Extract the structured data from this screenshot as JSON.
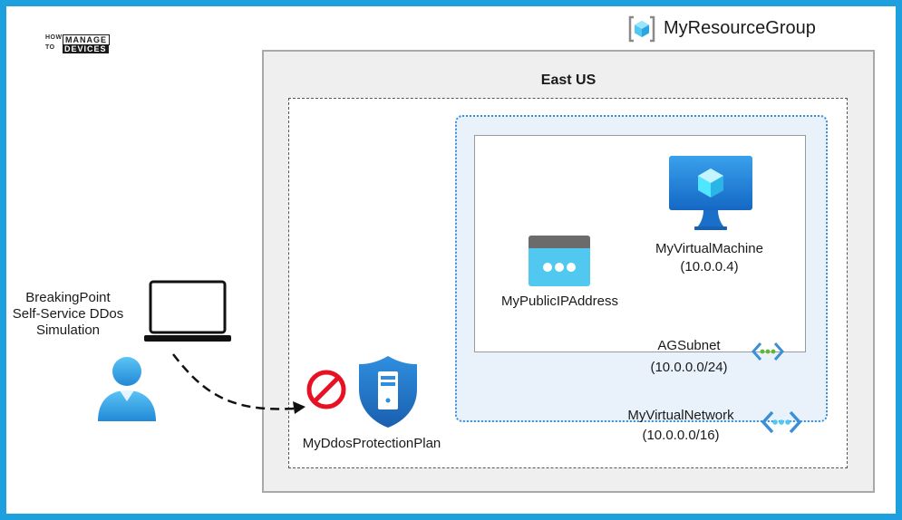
{
  "logo": {
    "line1_small": "HOW",
    "line2_small": "TO",
    "line1_big": "MANAGE",
    "line2_big": "DEVICES"
  },
  "resource_group": {
    "label": "MyResourceGroup",
    "icon": "resource-group-icon"
  },
  "region": {
    "label": "East US"
  },
  "attacker": {
    "label_line1": "BreakingPoint",
    "label_line2": "Self-Service DDos",
    "label_line3": "Simulation",
    "icons": [
      "laptop-icon",
      "user-icon"
    ]
  },
  "ddos": {
    "label": "MyDdosProtectionPlan",
    "icons": [
      "blocked-icon",
      "shield-server-icon"
    ]
  },
  "vm": {
    "name": "MyVirtualMachine",
    "ip": "(10.0.0.4)",
    "icon": "virtual-machine-icon"
  },
  "public_ip": {
    "label": "MyPublicIPAddress",
    "icon": "public-ip-icon"
  },
  "subnet": {
    "name": "AGSubnet",
    "range": "(10.0.0.0/24)",
    "icon": "subnet-icon"
  },
  "vnet": {
    "name": "MyVirtualNetwork",
    "range": "(10.0.0.0/16)",
    "icon": "virtual-network-icon"
  },
  "colors": {
    "frame": "#1ea0df",
    "azure_blue": "#1e88e5",
    "accent_cyan": "#50e6ff",
    "block_red": "#e81123"
  }
}
